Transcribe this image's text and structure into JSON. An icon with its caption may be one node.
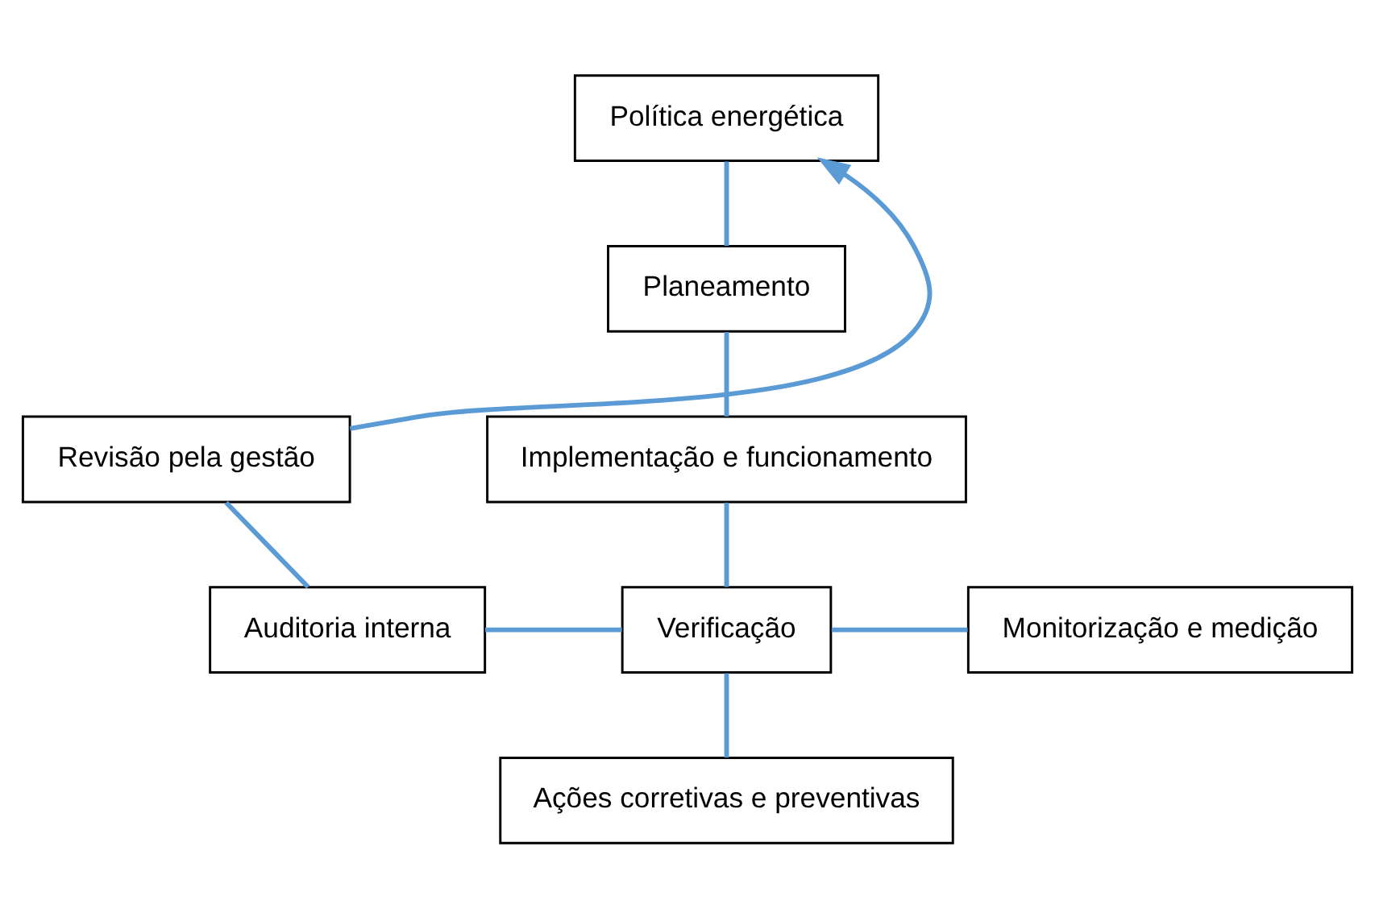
{
  "diagram": {
    "nodes": [
      {
        "text": [
          "Política energética"
        ]
      },
      {
        "text": [
          "Planeamento"
        ]
      },
      {
        "text": [
          "Implementação e funcionamento"
        ]
      },
      {
        "text": [
          "Revisão pela gestão"
        ]
      },
      {
        "text": [
          "Auditoria interna"
        ]
      },
      {
        "text": [
          "Verificação"
        ]
      },
      {
        "text": [
          "Monitorização e medição"
        ]
      },
      {
        "text": [
          "Ações corretivas e preventivas"
        ]
      }
    ],
    "edges": [
      {
        "from": 0,
        "to": 1,
        "arrow": "none"
      },
      {
        "from": 1,
        "to": 2,
        "arrow": "none"
      },
      {
        "from": 2,
        "to": 5,
        "arrow": "none"
      },
      {
        "from": 3,
        "to": 0,
        "arrow": "to"
      },
      {
        "from": 4,
        "to": 3,
        "arrow": "none"
      },
      {
        "from": 4,
        "to": 5,
        "arrow": "none"
      },
      {
        "from": 5,
        "to": 6,
        "arrow": "none"
      },
      {
        "from": 5,
        "to": 7,
        "arrow": "none"
      }
    ]
  }
}
